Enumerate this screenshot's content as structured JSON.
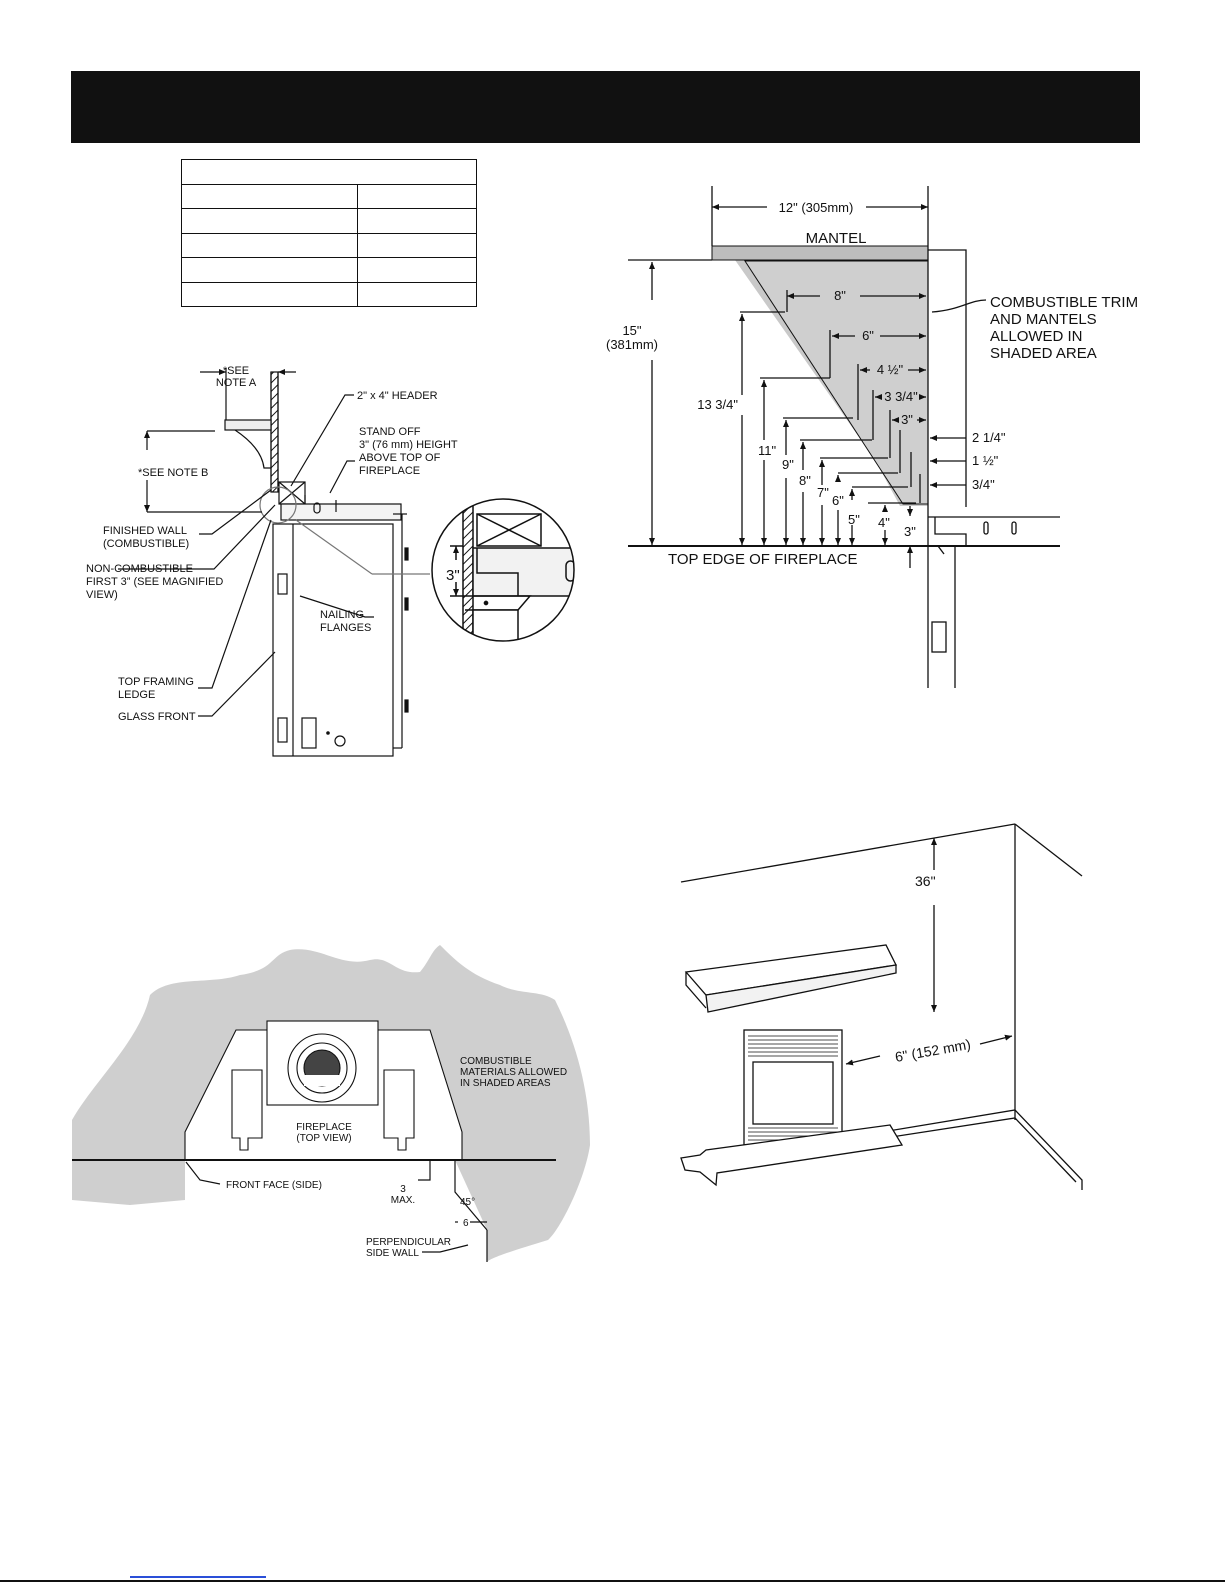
{
  "header": {
    "text": ""
  },
  "spec_table": {
    "title": "",
    "rows": [
      [
        "",
        ""
      ],
      [
        "",
        ""
      ],
      [
        "",
        ""
      ],
      [
        "",
        ""
      ],
      [
        "",
        ""
      ]
    ]
  },
  "side_view": {
    "note_a": "*SEE\nNOTE A",
    "note_b": "*SEE NOTE B",
    "header_label": "2\" x 4\" HEADER",
    "standoff_label": "STAND OFF\n3\" (76 mm) HEIGHT\nABOVE TOP OF\nFIREPLACE",
    "finished_wall": "FINISHED WALL\n(COMBUSTIBLE)",
    "non_combustible": "NON-COMBUSTIBLE\nFIRST 3” (SEE MAGNIFIED\nVIEW)",
    "nailing_flanges": "NAILING\nFLANGES",
    "top_framing": "TOP FRAMING\nLEDGE",
    "glass_front": "GLASS FRONT",
    "magnified_dim": "3\""
  },
  "mantel_chart": {
    "mantel_label": "MANTEL",
    "depth_label": "12\" (305mm)",
    "total_height": "15\"\n(381mm)",
    "combustible_note": "COMBUSTIBLE TRIM\nAND MANTELS\nALLOWED IN\nSHADED AREA",
    "top_edge": "TOP EDGE OF FIREPLACE",
    "depth_steps": [
      "8\"",
      "6\"",
      "4 ½\"",
      "3 3/4\"",
      "3\"",
      "2 1/4\"",
      "1 ½\"",
      "3/4\""
    ],
    "height_steps": [
      "13 3/4\"",
      "11\"",
      "9\"",
      "8\"",
      "7\"",
      "6\"",
      "5\"",
      "4\"",
      "3\""
    ]
  },
  "room_view": {
    "height_dim": "36\"",
    "side_dim": "6\" (152 mm)"
  },
  "top_view": {
    "combustible_note": "COMBUSTIBLE\nMATERIALS ALLOWED\nIN SHADED AREAS",
    "fireplace_label": "FIREPLACE\n(TOP VIEW)",
    "front_face": "FRONT FACE (SIDE)",
    "max_dim": "3\nMAX.",
    "angle": "45°",
    "side_dim": "6",
    "side_wall": "PERPENDICULAR\nSIDE WALL"
  }
}
